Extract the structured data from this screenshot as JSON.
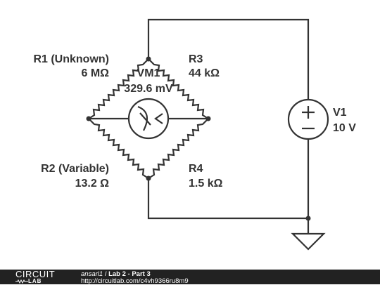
{
  "components": {
    "r1": {
      "name": "R1 (Unknown)",
      "value": "6 MΩ"
    },
    "r2": {
      "name": "R2 (Variable)",
      "value": "13.2 Ω"
    },
    "r3": {
      "name": "R3",
      "value": "44 kΩ"
    },
    "r4": {
      "name": "R4",
      "value": "1.5 kΩ"
    },
    "v1": {
      "name": "V1",
      "value": "10 V"
    },
    "vm1": {
      "name": "VM1",
      "value": "329.6 mV"
    }
  },
  "footer": {
    "logo_top": "CIRCUIT",
    "logo_bottom": "LAB",
    "user": "ansarl1",
    "separator": "/",
    "title": "Lab 2 - Part 3",
    "url": "http://circuitlab.com/c4vh9366ru8m9"
  },
  "colors": {
    "ink": "#333333",
    "footer_bg": "#222222"
  }
}
